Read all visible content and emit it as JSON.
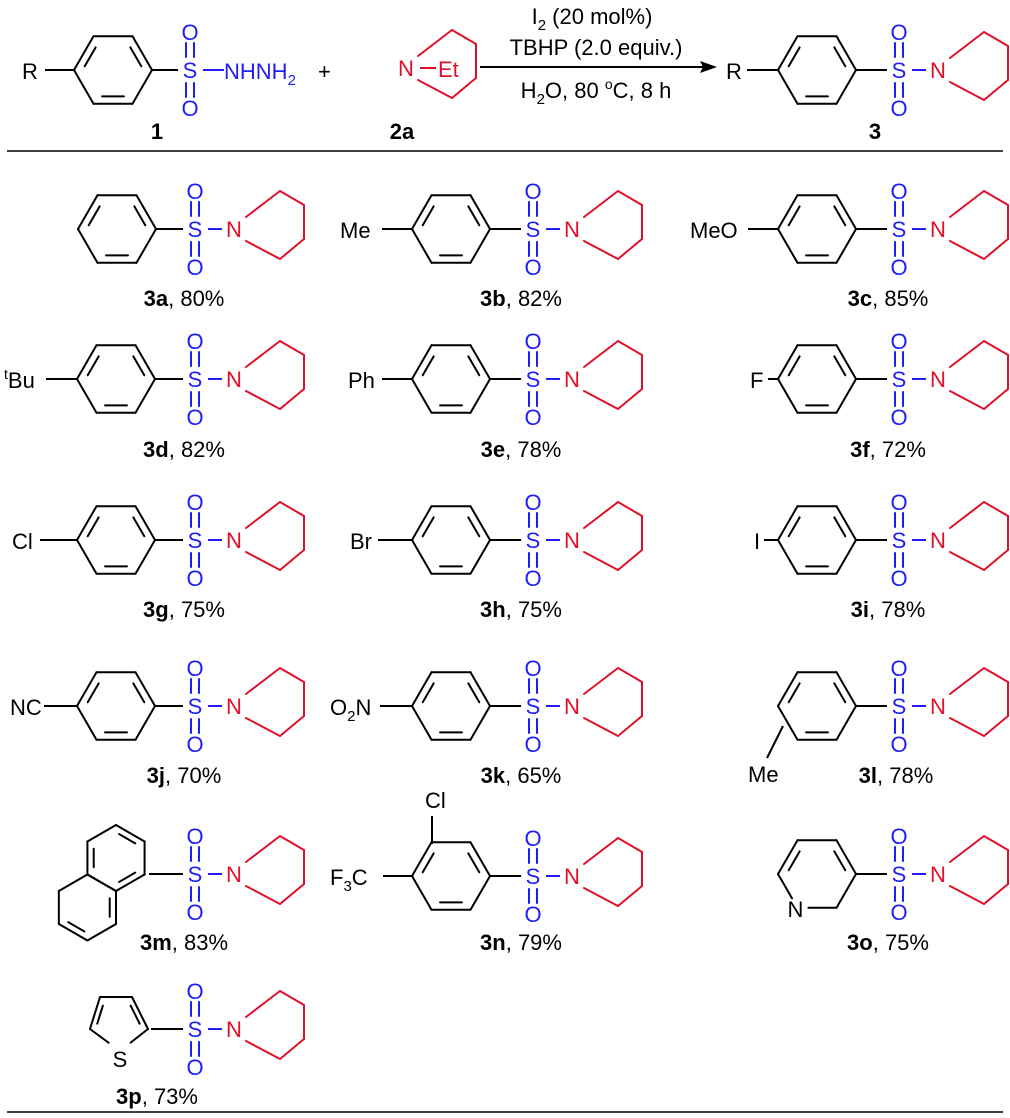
{
  "colors": {
    "bond": "#000000",
    "sulfonyl": "#1f1ff5",
    "pyrrolidine": "#e0102a"
  },
  "header": {
    "reactant1": {
      "label": "1",
      "substituent": "R",
      "group": "S–NHNH2",
      "oxygen": "O"
    },
    "plus": "+",
    "reactant2": {
      "label": "2a",
      "atom": "N",
      "substituent": "Et"
    },
    "conditions": {
      "line1_base": "I",
      "line1_sub": "2",
      "line1_rest": " (20 mol%)",
      "line2": "TBHP (2.0 equiv.)",
      "line3_a": "H",
      "line3_sub": "2",
      "line3_b": "O, 80 ",
      "line3_sup": "o",
      "line3_c": "C, 8 h"
    },
    "product": {
      "label": "3",
      "substituent": "R"
    }
  },
  "atoms": {
    "S": "S",
    "N": "N",
    "O": "O"
  },
  "entries": [
    {
      "id": "3a",
      "yield": "80%",
      "substituent": "",
      "arene": "phenyl"
    },
    {
      "id": "3b",
      "yield": "82%",
      "substituent": "Me",
      "arene": "phenyl"
    },
    {
      "id": "3c",
      "yield": "85%",
      "substituent": "MeO",
      "arene": "phenyl"
    },
    {
      "id": "3d",
      "yield": "82%",
      "substituent_sup": "t",
      "substituent": "Bu",
      "arene": "phenyl"
    },
    {
      "id": "3e",
      "yield": "78%",
      "substituent": "Ph",
      "arene": "phenyl"
    },
    {
      "id": "3f",
      "yield": "72%",
      "substituent": "F",
      "arene": "phenyl"
    },
    {
      "id": "3g",
      "yield": "75%",
      "substituent": "Cl",
      "arene": "phenyl"
    },
    {
      "id": "3h",
      "yield": "75%",
      "substituent": "Br",
      "arene": "phenyl"
    },
    {
      "id": "3i",
      "yield": "78%",
      "substituent": "I",
      "arene": "phenyl"
    },
    {
      "id": "3j",
      "yield": "70%",
      "substituent": "NC",
      "arene": "phenyl"
    },
    {
      "id": "3k",
      "yield": "65%",
      "substituent_a": "O",
      "substituent_sub": "2",
      "substituent_b": "N",
      "arene": "phenyl"
    },
    {
      "id": "3l",
      "yield": "78%",
      "substituent": "Me",
      "position": "meta",
      "arene": "phenyl"
    },
    {
      "id": "3m",
      "yield": "83%",
      "arene": "naphthyl"
    },
    {
      "id": "3n",
      "yield": "79%",
      "substituent_top": "Cl",
      "substituent_a": "F",
      "substituent_sub": "3",
      "substituent_b": "C",
      "arene": "phenyl"
    },
    {
      "id": "3o",
      "yield": "75%",
      "ring_atom": "N",
      "arene": "pyridyl"
    },
    {
      "id": "3p",
      "yield": "73%",
      "ring_atom": "S",
      "arene": "thienyl"
    }
  ]
}
